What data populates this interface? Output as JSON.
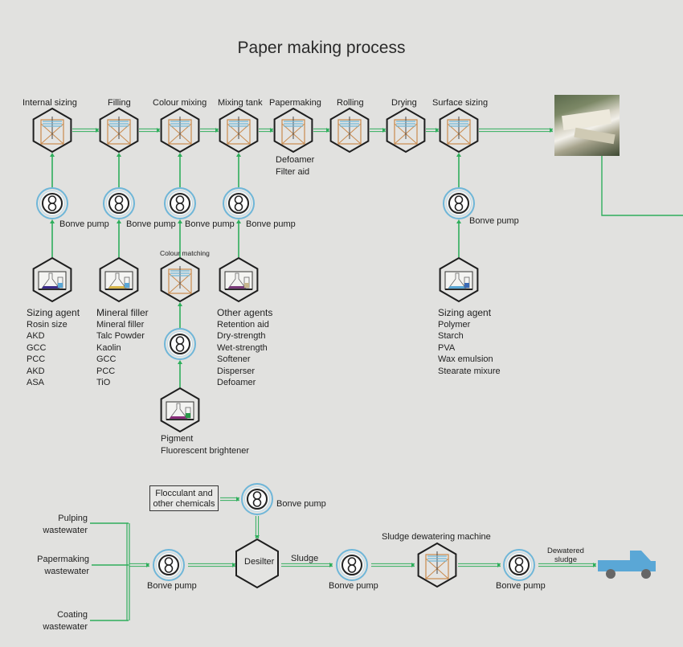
{
  "title": "Paper making process",
  "stages": [
    {
      "label": "Internal sizing"
    },
    {
      "label": "Filling"
    },
    {
      "label": "Colour mixing"
    },
    {
      "label": "Mixing tank"
    },
    {
      "label": "Papermaking",
      "sub": [
        "Defoamer",
        "Filter aid"
      ]
    },
    {
      "label": "Rolling"
    },
    {
      "label": "Drying"
    },
    {
      "label": "Surface sizing"
    }
  ],
  "pump_label": "Bonve pump",
  "colour_matching_label": "Colour matching",
  "agent_lists": [
    {
      "heading": "Sizing agent",
      "items": [
        "Rosin size",
        "AKD",
        "GCC",
        "PCC",
        "AKD",
        "ASA"
      ]
    },
    {
      "heading": "Mineral filler",
      "items": [
        "Mineral filler",
        "Talc Powder",
        "Kaolin",
        "GCC",
        "PCC",
        "TiO"
      ]
    },
    {
      "heading": "Other agents",
      "items": [
        "Retention aid",
        "Dry-strength",
        "Wet-strength",
        "Softener",
        "Disperser",
        "Defoamer"
      ]
    },
    {
      "heading": "Sizing agent",
      "items": [
        "Polymer",
        "Starch",
        "PVA",
        "Wax emulsion",
        "Stearate mixure"
      ]
    }
  ],
  "pigment_lines": [
    "Pigment",
    "Fluorescent brightener"
  ],
  "wastewater": {
    "sources": [
      {
        "line1": "Pulping",
        "line2": "wastewater"
      },
      {
        "line1": "Papermaking",
        "line2": "wastewater"
      },
      {
        "line1": "Coating",
        "line2": "wastewater"
      }
    ],
    "flocculant": [
      "Flocculant and",
      "other chemicals"
    ],
    "desilter": "Desilter",
    "sludge": "Sludge",
    "dewatering_machine": "Sludge dewatering machine",
    "dewatered": [
      "Dewatered",
      "sludge"
    ]
  },
  "colors": {
    "background": "#e1e1df",
    "flow_line": "#2fae5c",
    "pump_ring": "#6fb6d8",
    "tank_inner": "#c98a4d",
    "hex_stroke": "#1e1e1e",
    "truck": "#5aa7d6"
  }
}
